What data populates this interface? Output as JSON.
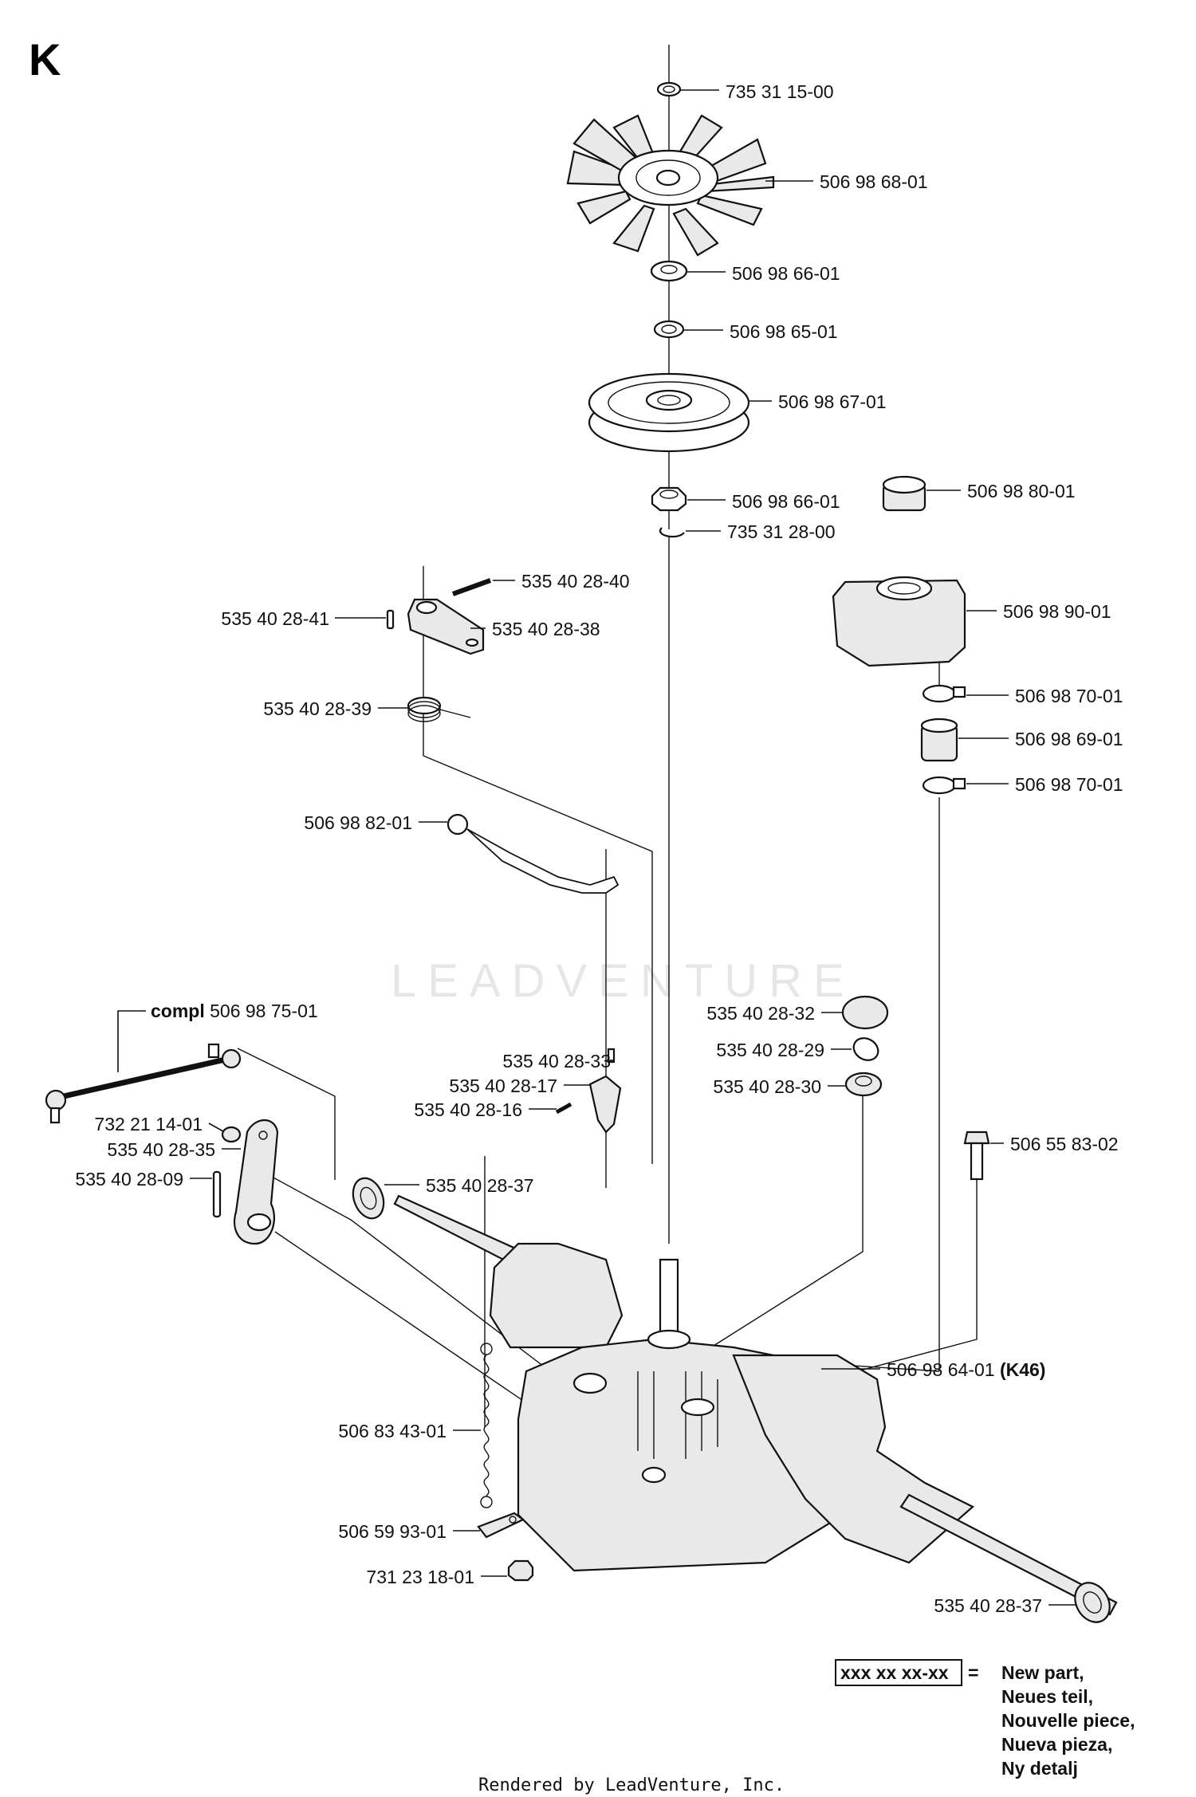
{
  "section_letter": "K",
  "watermark": "LEADVENTURE",
  "footer": "Rendered by LeadVenture, Inc.",
  "parts": [
    {
      "id": "p01",
      "number": "735 31 15-00"
    },
    {
      "id": "p02",
      "number": "506 98 68-01"
    },
    {
      "id": "p03",
      "number": "506 98 66-01"
    },
    {
      "id": "p04",
      "number": "506 98 65-01"
    },
    {
      "id": "p05",
      "number": "506 98 67-01"
    },
    {
      "id": "p06",
      "number": "506 98 66-01"
    },
    {
      "id": "p07",
      "number": "735 31 28-00"
    },
    {
      "id": "p08",
      "number": "506 98 80-01"
    },
    {
      "id": "p09",
      "number": "535 40 28-40"
    },
    {
      "id": "p10",
      "number": "535 40 28-41"
    },
    {
      "id": "p11",
      "number": "535 40 28-38"
    },
    {
      "id": "p12",
      "number": "506 98 90-01"
    },
    {
      "id": "p13",
      "number": "535 40 28-39"
    },
    {
      "id": "p14",
      "number": "506 98 70-01"
    },
    {
      "id": "p15",
      "number": "506 98 69-01"
    },
    {
      "id": "p16",
      "number": "506 98 70-01"
    },
    {
      "id": "p17",
      "number": "506 98 82-01"
    },
    {
      "id": "p18",
      "number": "506 98 75-01",
      "prefix": "compl"
    },
    {
      "id": "p19",
      "number": "535 40 28-32"
    },
    {
      "id": "p20",
      "number": "535 40 28-29"
    },
    {
      "id": "p21",
      "number": "535 40 28-33"
    },
    {
      "id": "p22",
      "number": "535 40 28-17"
    },
    {
      "id": "p23",
      "number": "535 40 28-30"
    },
    {
      "id": "p24",
      "number": "535 40 28-16"
    },
    {
      "id": "p25",
      "number": "732 21 14-01"
    },
    {
      "id": "p26",
      "number": "535 40 28-35"
    },
    {
      "id": "p27",
      "number": "506 55 83-02"
    },
    {
      "id": "p28",
      "number": "535 40 28-09"
    },
    {
      "id": "p29",
      "number": "535 40 28-37"
    },
    {
      "id": "p30",
      "number": "506 98 64-01",
      "suffix": "(K46)"
    },
    {
      "id": "p31",
      "number": "506 83 43-01"
    },
    {
      "id": "p32",
      "number": "506 59 93-01"
    },
    {
      "id": "p33",
      "number": "731 23 18-01"
    },
    {
      "id": "p34",
      "number": "535 40 28-37"
    }
  ],
  "legend": {
    "box_text": "xxx xx xx-xx",
    "equals": "=",
    "lines": [
      "New part,",
      "Neues teil,",
      "Nouvelle piece,",
      "Nueva pieza,",
      "Ny detalj"
    ]
  }
}
